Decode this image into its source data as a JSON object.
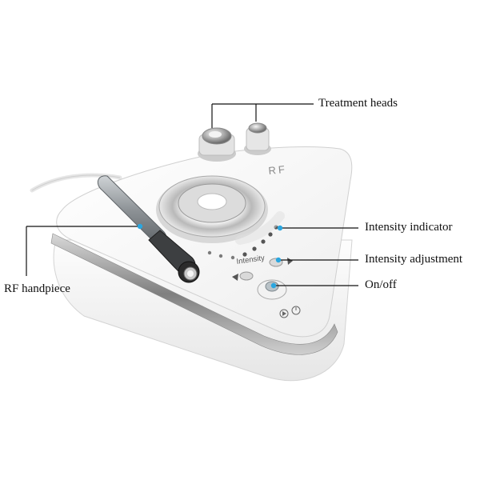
{
  "device": {
    "brand_mark": "RF",
    "panel_label": "Intensity"
  },
  "callouts": {
    "treatment_heads": "Treatment heads",
    "intensity_indicator": "Intensity indicator",
    "intensity_adjustment": "Intensity adjustment",
    "on_off": "On/off",
    "rf_handpiece": "RF handpiece"
  },
  "colors": {
    "callout_line": "#111111",
    "callout_dot": "#2aa6df",
    "indicator_dot": "#2aa6df",
    "body_white": "#f4f4f4",
    "chrome_band": "#9a9a9a"
  },
  "icons": {
    "power_button": "power-button-icon",
    "play_button": "play-icon",
    "power_symbol": "power-symbol-icon"
  }
}
